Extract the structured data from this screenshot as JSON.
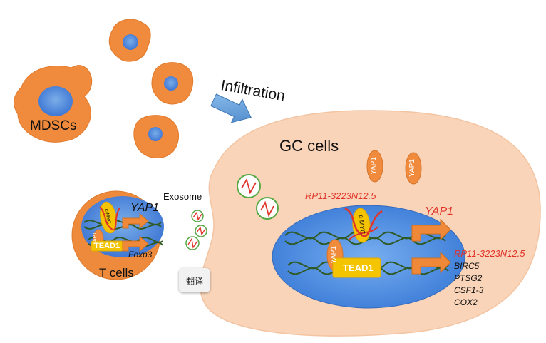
{
  "labels": {
    "mdscs": "MDSCs",
    "infiltration": "Infiltration",
    "gc_cells": "GC cells",
    "t_cells": "T cells",
    "exosome": "Exosome",
    "yap1_tcell": "YAP1",
    "foxp3": "Foxp3",
    "tead1_tcell": "TEAD1",
    "yap1_small": "YAP1",
    "cmyc_tcell": "c-MYC",
    "lnc_cytoplasm": "RP11-3223N12.5",
    "yap1_gc": "YAP1",
    "yap1_cyto_1": "YAP1",
    "yap1_cyto_2": "YAP1",
    "yap1_nucleus": "YAP1",
    "tead1_gc": "TEAD1",
    "cmyc_gc": "c-MYC",
    "targets": [
      "RP11-3223N12.5",
      "BIRC5",
      "PTSG2",
      "CSF1-3",
      "COX2"
    ]
  },
  "ui": {
    "translate_button": "翻译"
  },
  "colors": {
    "mdsc_cell": "#f08a3c",
    "nucleus": "#3f77d4",
    "gc_cytoplasm": "#f9d4b8",
    "tcell": "#ee8a3c",
    "tead1": "#f5c400",
    "dna": "#2f5a24",
    "red_text": "#e0332a",
    "arrow": "#5b9bd5"
  }
}
